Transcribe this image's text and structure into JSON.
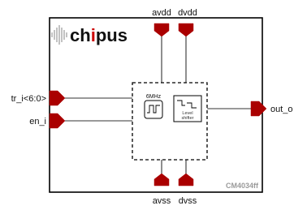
{
  "logo": {
    "text_left": "ch",
    "text_i": "i",
    "text_right": "pus",
    "brand_color": "#cc0000"
  },
  "part_number": "CM4034ff",
  "pins": {
    "top": [
      "avdd",
      "dvdd"
    ],
    "bottom": [
      "avss",
      "dvss"
    ],
    "left": [
      "tr_i<6:0>",
      "en_i"
    ],
    "right": [
      "out_o"
    ]
  },
  "core": {
    "oscillator_label": "6MHz",
    "level_shifter_line1": "Level",
    "level_shifter_line2": "shifter"
  },
  "colors": {
    "pin": "#aa0000",
    "wire": "#333333",
    "frame": "#000000"
  }
}
